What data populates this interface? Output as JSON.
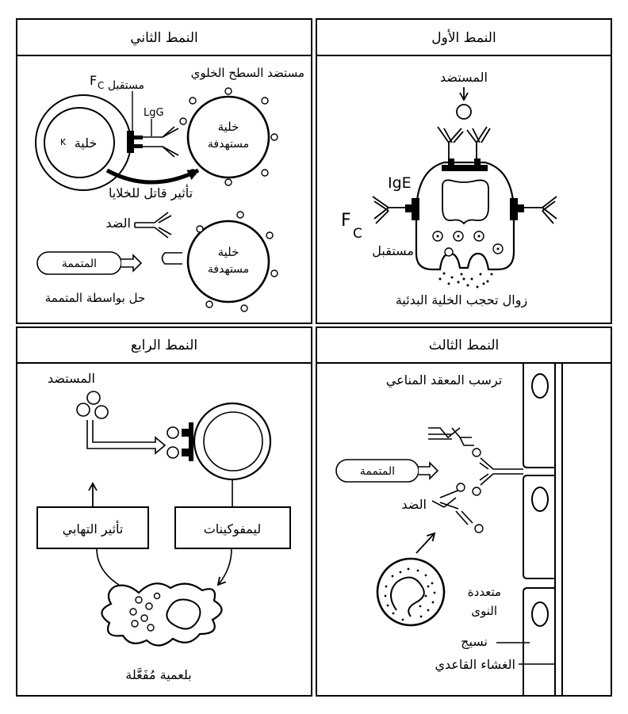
{
  "panels": {
    "type1": {
      "title": "النمط الأول",
      "antigen": "المستضد",
      "ige": "IgE",
      "fc": "F",
      "fc_sub": "C",
      "receptor": "مستقبل",
      "caption": "زوال تحجب الخلية البدئية"
    },
    "type2": {
      "title": "النمط الثاني",
      "surface_antigen": "مستضد السطح الخلوي",
      "fc": "F",
      "fc_sub": "C",
      "receptor": "مستقبل",
      "igg": "LgG",
      "k_cell_a": "خلية",
      "k_cell_b": "K",
      "target_a": "خلية",
      "target_b": "مستهدفة",
      "killer_effect": "تأثير قاتل للخلايا",
      "antibody": "الضد",
      "complement": "المتممة",
      "target2_a": "خلية",
      "target2_b": "مستهدفة",
      "lysis": "حل بواسطة المتممة"
    },
    "type3": {
      "title": "النمط الثالث",
      "immune_complex": "ترسب المعقد المناعي",
      "complement": "المتممة",
      "antibody": "الضد",
      "polymorph_a": "متعددة",
      "polymorph_b": "النوى",
      "tissue": "نسيج",
      "basement_membrane": "الغشاء القاعدي"
    },
    "type4": {
      "title": "النمط الرابع",
      "antigen": "المستضد",
      "lymphokines": "ليمفوكينات",
      "inflammatory": "تأثير التهابي",
      "macrophage": "بلعمية مُفَعَّلة"
    }
  }
}
